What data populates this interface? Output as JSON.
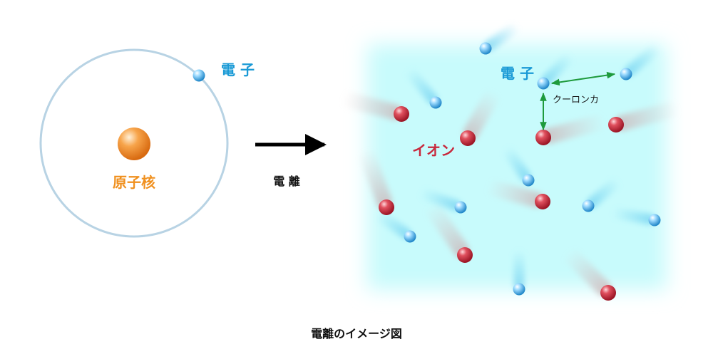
{
  "atom": {
    "electron_label": "電 子",
    "nucleus_label": "原子核"
  },
  "process": {
    "label": "電 離"
  },
  "plasma": {
    "electron_label": "電 子",
    "ion_label": "イオン",
    "force_label": "クーロンカ"
  },
  "caption": "電離のイメージ図",
  "colors": {
    "electron_label": "#1a9ad6",
    "nucleus_label": "#f0901e",
    "ion_label": "#c8283c",
    "force_label": "#1a1a1a",
    "force_arrow": "#1e9a3c",
    "orbit": "#b8d3e4",
    "plasma_bg": "#c8fbfc",
    "arrow": "#000000",
    "caption": "#111111"
  }
}
